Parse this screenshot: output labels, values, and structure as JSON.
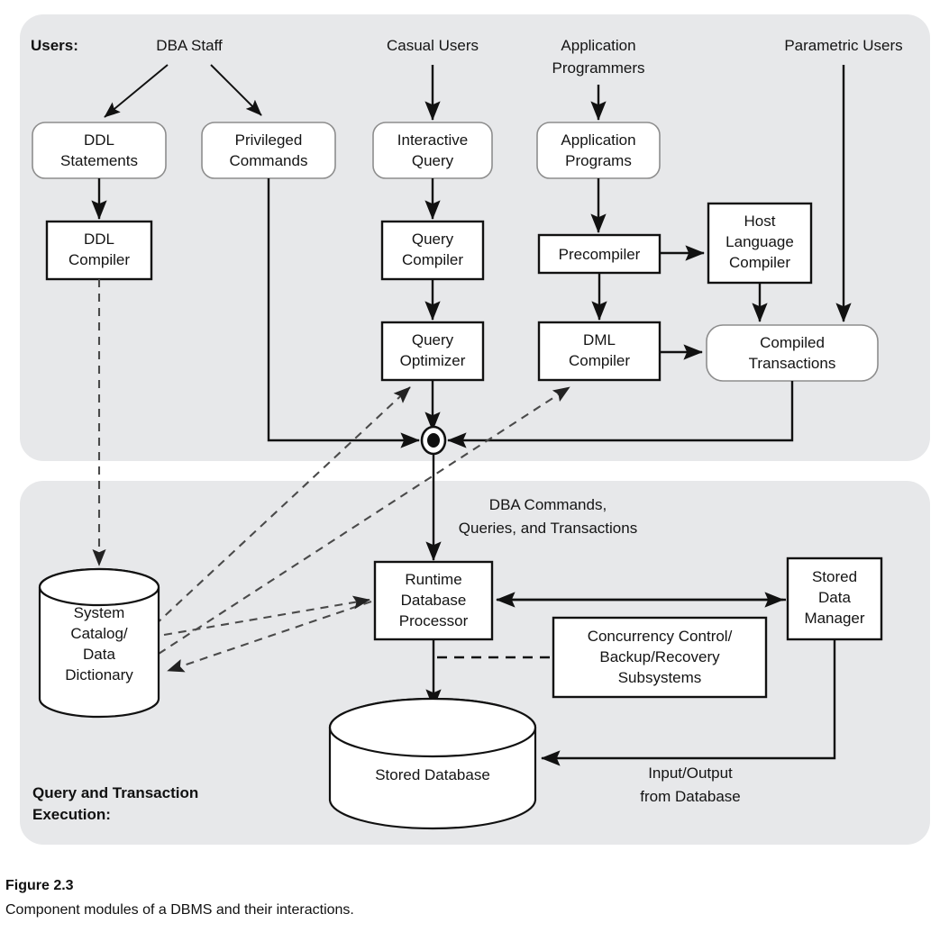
{
  "figure": {
    "number": "Figure 2.3",
    "caption": "Component modules of a DBMS and their interactions."
  },
  "panels": {
    "top_label": "Users:",
    "bottom_label_line1": "Query and Transaction",
    "bottom_label_line2": "Execution:"
  },
  "user_roles": [
    {
      "id": "dba-staff",
      "label": "DBA Staff"
    },
    {
      "id": "casual-users",
      "label": "Casual Users"
    },
    {
      "id": "application-programmers-l1",
      "label": "Application"
    },
    {
      "id": "application-programmers-l2",
      "label": "Programmers"
    },
    {
      "id": "parametric-users",
      "label": "Parametric Users"
    }
  ],
  "nodes": {
    "ddl_statements": {
      "line1": "DDL",
      "line2": "Statements"
    },
    "privileged_commands": {
      "line1": "Privileged",
      "line2": "Commands"
    },
    "interactive_query": {
      "line1": "Interactive",
      "line2": "Query"
    },
    "application_programs": {
      "line1": "Application",
      "line2": "Programs"
    },
    "ddl_compiler": {
      "line1": "DDL",
      "line2": "Compiler"
    },
    "query_compiler": {
      "line1": "Query",
      "line2": "Compiler"
    },
    "precompiler": {
      "line1": "Precompiler"
    },
    "host_language_compiler": {
      "line1": "Host",
      "line2": "Language",
      "line3": "Compiler"
    },
    "query_optimizer": {
      "line1": "Query",
      "line2": "Optimizer"
    },
    "dml_compiler": {
      "line1": "DML",
      "line2": "Compiler"
    },
    "compiled_transactions": {
      "line1": "Compiled",
      "line2": "Transactions"
    },
    "system_catalog": {
      "line1": "System",
      "line2": "Catalog/",
      "line3": "Data",
      "line4": "Dictionary"
    },
    "runtime_db_processor": {
      "line1": "Runtime",
      "line2": "Database",
      "line3": "Processor"
    },
    "concurrency_control": {
      "line1": "Concurrency Control/",
      "line2": "Backup/Recovery",
      "line3": "Subsystems"
    },
    "stored_data_manager": {
      "line1": "Stored",
      "line2": "Data",
      "line3": "Manager"
    },
    "stored_database": {
      "line1": "Stored Database"
    }
  },
  "edge_labels": {
    "dba_commands_l1": "DBA Commands,",
    "dba_commands_l2": "Queries, and Transactions",
    "io_database_l1": "Input/Output",
    "io_database_l2": "from Database"
  },
  "colors": {
    "panel_bg": "#e7e8ea",
    "page_bg": "#ffffff",
    "stroke": "#111111",
    "soft_stroke": "#8d8d8d",
    "dashed_stroke": "#4a4a4a"
  }
}
